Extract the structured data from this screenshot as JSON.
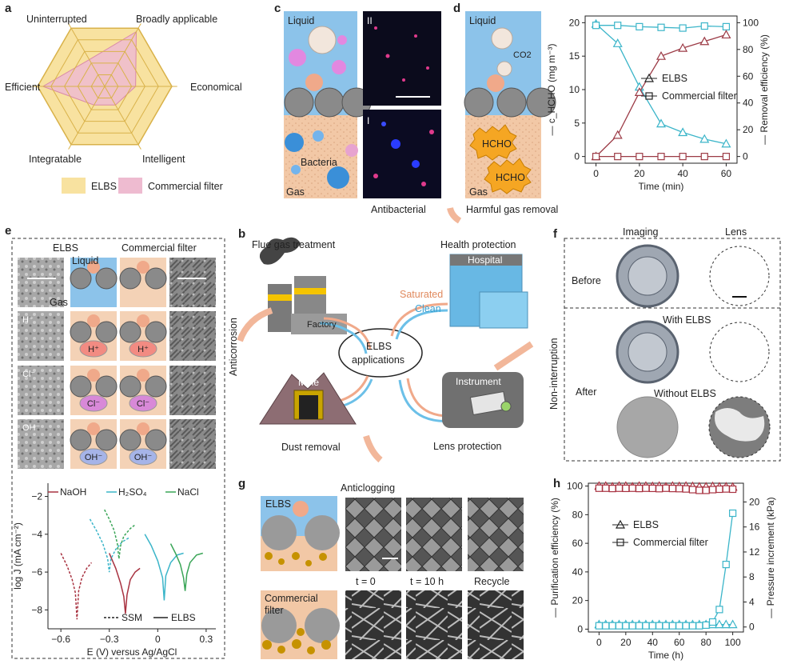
{
  "panels": {
    "a": "a",
    "b": "b",
    "c": "c",
    "d": "d",
    "e": "e",
    "f": "f",
    "g": "g",
    "h": "h"
  },
  "radar": {
    "axes": [
      "Broadly applicable",
      "Economical",
      "Intelligent",
      "Integratable",
      "Efficient",
      "Uninterrupted"
    ],
    "legend": [
      "ELBS",
      "Commercial filter"
    ],
    "colors": {
      "elbs": "#f8e2a0",
      "elbs_stroke": "#d9b24a",
      "commercial": "#eebbd0",
      "commercial_stroke": "#d98aa8"
    },
    "elbs_values": [
      5,
      5,
      5,
      5,
      5,
      5
    ],
    "commercial_values": [
      4.7,
      2.3,
      1.6,
      1.6,
      4.6,
      2.3
    ]
  },
  "panel_c": {
    "liquid": "Liquid",
    "bacteria": "Bacteria",
    "gas": "Gas",
    "img_top": "II",
    "img_bottom": "I",
    "caption": "Antibacterial"
  },
  "panel_d_scheme": {
    "liquid": "Liquid",
    "co2": "CO2",
    "hcho1": "HCHO",
    "hcho2": "HCHO",
    "gas": "Gas",
    "caption": "Harmful gas removal"
  },
  "panel_b": {
    "flue": "Flue gas treatment",
    "factory": "Factory",
    "health": "Health protection",
    "hospital": "Hospital",
    "saturated": "Saturated",
    "clean": "Clean",
    "center1": "ELBS",
    "center2": "applications",
    "mine": "Mine",
    "dust": "Dust removal",
    "instrument": "Instrument",
    "lens": "Lens protection",
    "anticorrosion": "Anticorrosion",
    "noninterruption": "Non-interruption"
  },
  "panel_e": {
    "elbs": "ELBS",
    "commercial": "Commercial filter",
    "liquid": "Liquid",
    "gas": "Gas",
    "ions": [
      "H⁺",
      "Cl⁻",
      "OH⁻"
    ]
  },
  "panel_f": {
    "imaging": "Imaging",
    "lens": "Lens",
    "before": "Before",
    "with": "With ELBS",
    "after": "After",
    "without": "Without ELBS"
  },
  "panel_g": {
    "anticlogging": "Anticlogging",
    "elbs": "ELBS",
    "commercial1": "Commercial",
    "commercial2": "filter",
    "t0": "t = 0",
    "t10": "t = 10 h",
    "recycle": "Recycle"
  },
  "chart_data": [
    {
      "id": "d",
      "type": "line",
      "xlabel": "Time  (min)",
      "ylabel_left": "c_HCHO (mg m⁻³)",
      "ylabel_right": "Removal efficiency (%)",
      "xlim": [
        -5,
        65
      ],
      "xticks": [
        0,
        20,
        40,
        60
      ],
      "ylim_left": [
        -1,
        21
      ],
      "yticks_left": [
        0,
        5,
        10,
        15,
        20
      ],
      "ylim_right": [
        -5,
        105
      ],
      "yticks_right": [
        0,
        20,
        40,
        60,
        80,
        100
      ],
      "legend": [
        "ELBS",
        "Commercial filter"
      ],
      "series": [
        {
          "name": "ELBS",
          "axis": "left",
          "marker": "triangle",
          "color": "#3bb5c9",
          "x": [
            0,
            10,
            20,
            30,
            40,
            50,
            60
          ],
          "y": [
            19.8,
            16.9,
            10.4,
            4.9,
            3.6,
            2.6,
            1.9
          ]
        },
        {
          "name": "Commercial filter",
          "axis": "left",
          "marker": "square",
          "color": "#3bb5c9",
          "x": [
            0,
            10,
            20,
            30,
            40,
            50,
            60
          ],
          "y": [
            19.6,
            19.6,
            19.4,
            19.3,
            19.2,
            19.5,
            19.4
          ]
        },
        {
          "name": "ELBS",
          "axis": "right",
          "marker": "triangle",
          "color": "#9c3b46",
          "x": [
            0,
            10,
            20,
            30,
            40,
            50,
            60
          ],
          "y": [
            0,
            16,
            48,
            75,
            81,
            86,
            91
          ]
        },
        {
          "name": "Commercial filter",
          "axis": "right",
          "marker": "square",
          "color": "#9c3b46",
          "x": [
            0,
            10,
            20,
            30,
            40,
            50,
            60
          ],
          "y": [
            0,
            0,
            0,
            0,
            0,
            0,
            0
          ]
        }
      ]
    },
    {
      "id": "e",
      "type": "line",
      "xlabel": "E (V) versus Ag/AgCl",
      "ylabel": "log J (mA cm⁻²)",
      "xlim": [
        -0.68,
        0.36
      ],
      "xticks": [
        -0.6,
        -0.3,
        0,
        0.3
      ],
      "xticklabels": [
        "−0.6",
        "−0.3",
        "0",
        "0.3"
      ],
      "ylim": [
        -9,
        -1.3
      ],
      "yticks": [
        -8,
        -6,
        -4,
        -2
      ],
      "yticklabels": [
        "−8",
        "−6",
        "−4",
        "−2"
      ],
      "legend": [
        "NaOH",
        "H₂SO₄",
        "NaCl",
        "SSM",
        "ELBS"
      ],
      "series": [
        {
          "name": "NaOH",
          "style": "dashed",
          "color": "#a83240",
          "x": [
            -0.6,
            -0.56,
            -0.53,
            -0.51,
            -0.5,
            -0.49,
            -0.47,
            -0.44,
            -0.41
          ],
          "y": [
            -5.0,
            -5.7,
            -6.4,
            -7.1,
            -8.5,
            -7.0,
            -6.3,
            -5.8,
            -5.5
          ]
        },
        {
          "name": "NaOH",
          "style": "solid",
          "color": "#a83240",
          "x": [
            -0.3,
            -0.26,
            -0.23,
            -0.21,
            -0.2,
            -0.19,
            -0.17,
            -0.14,
            -0.11
          ],
          "y": [
            -5.0,
            -5.8,
            -6.6,
            -7.3,
            -8.2,
            -7.2,
            -6.4,
            -6.0,
            -5.8
          ]
        },
        {
          "name": "H₂SO₄",
          "style": "dashed",
          "color": "#3bb5c9",
          "x": [
            -0.42,
            -0.38,
            -0.34,
            -0.31,
            -0.3,
            -0.29,
            -0.26,
            -0.22,
            -0.18
          ],
          "y": [
            -3.2,
            -3.8,
            -4.5,
            -5.3,
            -6.0,
            -5.3,
            -4.8,
            -4.4,
            -4.2
          ]
        },
        {
          "name": "H₂SO₄",
          "style": "solid",
          "color": "#3bb5c9",
          "x": [
            -0.08,
            -0.04,
            0,
            0.03,
            0.04,
            0.05,
            0.08,
            0.12,
            0.16
          ],
          "y": [
            -4.0,
            -4.6,
            -5.4,
            -6.3,
            -7.5,
            -6.2,
            -5.5,
            -5.1,
            -5.0
          ]
        },
        {
          "name": "NaCl",
          "style": "dashed",
          "color": "#3aa557",
          "x": [
            -0.33,
            -0.3,
            -0.27,
            -0.25,
            -0.24,
            -0.23,
            -0.21,
            -0.17,
            -0.14
          ],
          "y": [
            -2.7,
            -3.2,
            -3.8,
            -4.5,
            -5.3,
            -4.6,
            -4.1,
            -3.7,
            -3.5
          ]
        },
        {
          "name": "NaCl",
          "style": "solid",
          "color": "#3aa557",
          "x": [
            0.08,
            0.11,
            0.14,
            0.16,
            0.17,
            0.18,
            0.2,
            0.24,
            0.28
          ],
          "y": [
            -4.5,
            -5.0,
            -5.6,
            -6.3,
            -7.0,
            -6.1,
            -5.5,
            -5.1,
            -5.0
          ]
        }
      ]
    },
    {
      "id": "h",
      "type": "line",
      "xlabel": "Time (h)",
      "ylabel_left": "Purification efficiency (%)",
      "ylabel_right": "Pressure increment (kPa)",
      "xlim": [
        -8,
        108
      ],
      "xticks": [
        0,
        20,
        40,
        60,
        80,
        100
      ],
      "ylim_left": [
        -2,
        102
      ],
      "yticks_left": [
        0,
        20,
        40,
        60,
        80,
        100
      ],
      "ylim_right": [
        -0.8,
        23
      ],
      "yticks_right": [
        0,
        4,
        8,
        12,
        16,
        20
      ],
      "legend": [
        "ELBS",
        "Commercial filter"
      ],
      "series": [
        {
          "name": "ELBS",
          "axis": "left",
          "marker": "triangle",
          "color": "#a83240",
          "x": [
            0,
            5,
            10,
            15,
            20,
            25,
            30,
            35,
            40,
            45,
            50,
            55,
            60,
            65,
            70,
            75,
            80,
            85,
            90,
            95,
            100
          ],
          "y": [
            100,
            100,
            99.5,
            100,
            100,
            99.5,
            100,
            100,
            99.8,
            100,
            99.5,
            100,
            99.8,
            100,
            99.8,
            99.5,
            99.5,
            99.8,
            99.5,
            99.5,
            99.3
          ]
        },
        {
          "name": "Commercial filter",
          "axis": "left",
          "marker": "square",
          "color": "#a83240",
          "x": [
            0,
            5,
            10,
            15,
            20,
            25,
            30,
            35,
            40,
            45,
            50,
            55,
            60,
            65,
            70,
            75,
            80,
            85,
            90,
            95,
            100
          ],
          "y": [
            98.5,
            98.5,
            98.3,
            98.5,
            98.4,
            98.5,
            98.3,
            98.5,
            98.4,
            98.2,
            98.5,
            98.3,
            98.2,
            98,
            97.5,
            97,
            97,
            97.5,
            97.8,
            98,
            97.8
          ]
        },
        {
          "name": "ELBS",
          "axis": "right",
          "marker": "triangle",
          "color": "#3bb5c9",
          "x": [
            0,
            5,
            10,
            15,
            20,
            25,
            30,
            35,
            40,
            45,
            50,
            55,
            60,
            65,
            70,
            75,
            80,
            85,
            90,
            95,
            100
          ],
          "y": [
            0.4,
            0.4,
            0.4,
            0.4,
            0.4,
            0.4,
            0.4,
            0.4,
            0.4,
            0.4,
            0.4,
            0.4,
            0.4,
            0.4,
            0.4,
            0.4,
            0.4,
            0.4,
            0.4,
            0.4,
            0.4
          ]
        },
        {
          "name": "Commercial filter",
          "axis": "right",
          "marker": "square",
          "color": "#3bb5c9",
          "x": [
            0,
            5,
            10,
            15,
            20,
            25,
            30,
            35,
            40,
            45,
            50,
            55,
            60,
            65,
            70,
            75,
            80,
            85,
            90,
            95,
            100
          ],
          "y": [
            0.2,
            0.2,
            0.2,
            0.2,
            0.2,
            0.2,
            0.2,
            0.2,
            0.2,
            0.2,
            0.2,
            0.2,
            0.2,
            0.2,
            0.2,
            0.2,
            0.3,
            0.8,
            2.8,
            10,
            18.2
          ]
        }
      ]
    }
  ]
}
